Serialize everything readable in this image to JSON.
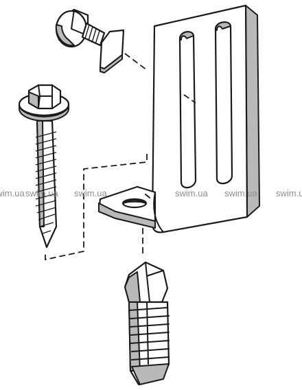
{
  "watermarks": [
    {
      "text": "swim.ua"
    },
    {
      "text": "swim.ua"
    },
    {
      "text": "swim.ua"
    },
    {
      "text": "swim.ua"
    },
    {
      "text": "swim.ua"
    },
    {
      "text": "swim.ua"
    }
  ],
  "colors": {
    "line": "#1a1a1a",
    "fill": "#ffffff",
    "shade": "#b9b9b9",
    "watermark": "#8f8f8f"
  }
}
